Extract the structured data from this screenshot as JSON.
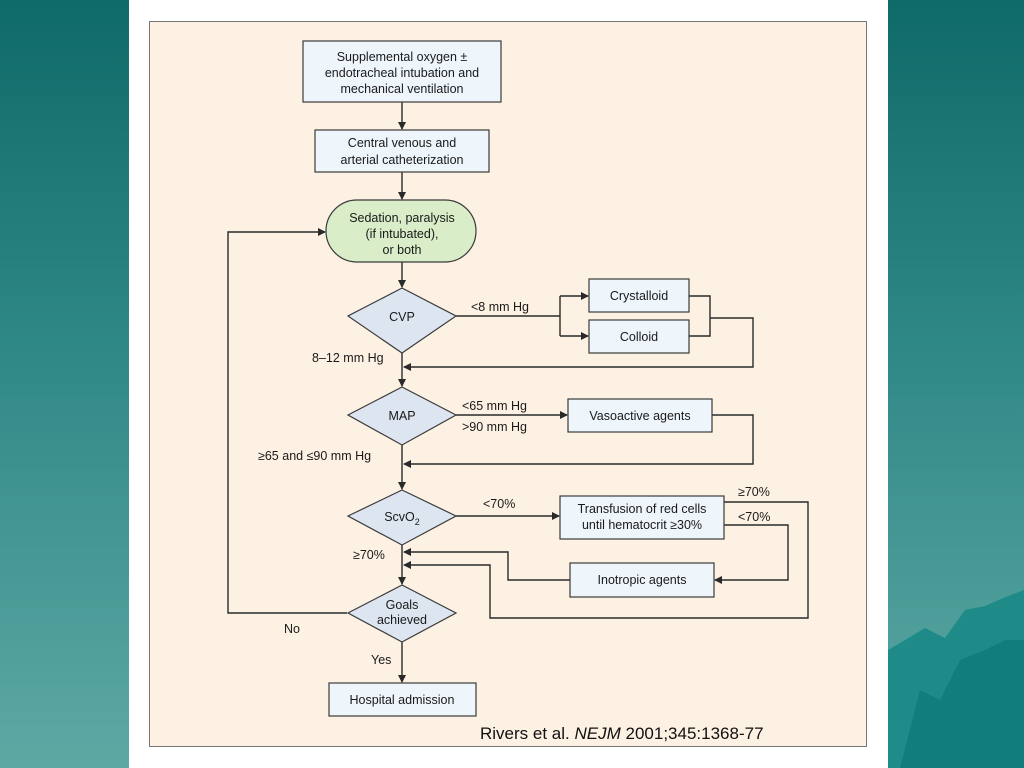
{
  "nodes": {
    "oxygen": [
      "Supplemental oxygen ±",
      "endotracheal intubation and",
      "mechanical ventilation"
    ],
    "catheter": [
      "Central venous and",
      "arterial catheterization"
    ],
    "sedation": [
      "Sedation, paralysis",
      "(if intubated),",
      "or both"
    ],
    "cvp": [
      "CVP"
    ],
    "crystalloid": [
      "Crystalloid"
    ],
    "colloid": [
      "Colloid"
    ],
    "map": [
      "MAP"
    ],
    "vasoactive": [
      "Vasoactive agents"
    ],
    "scvo2": "ScvO",
    "scvo2_sub": "2",
    "transfusion": [
      "Transfusion of red cells",
      "until hematocrit ≥30%"
    ],
    "inotropic": [
      "Inotropic agents"
    ],
    "goals": [
      "Goals",
      "achieved"
    ],
    "admission": [
      "Hospital admission"
    ]
  },
  "edge_labels": {
    "cvp_low": "<8 mm Hg",
    "cvp_ok": "8–12 mm Hg",
    "map_low": "<65 mm Hg",
    "map_high": ">90 mm Hg",
    "map_ok": "≥65 and ≤90 mm Hg",
    "scv_low": "<70%",
    "scv_ok": "≥70%",
    "trans_high": "≥70%",
    "trans_low": "<70%",
    "no": "No",
    "yes": "Yes"
  },
  "citation": {
    "authors": "Rivers et al.",
    "journal": "NEJM",
    "ref": "2001;345:1368-77"
  }
}
